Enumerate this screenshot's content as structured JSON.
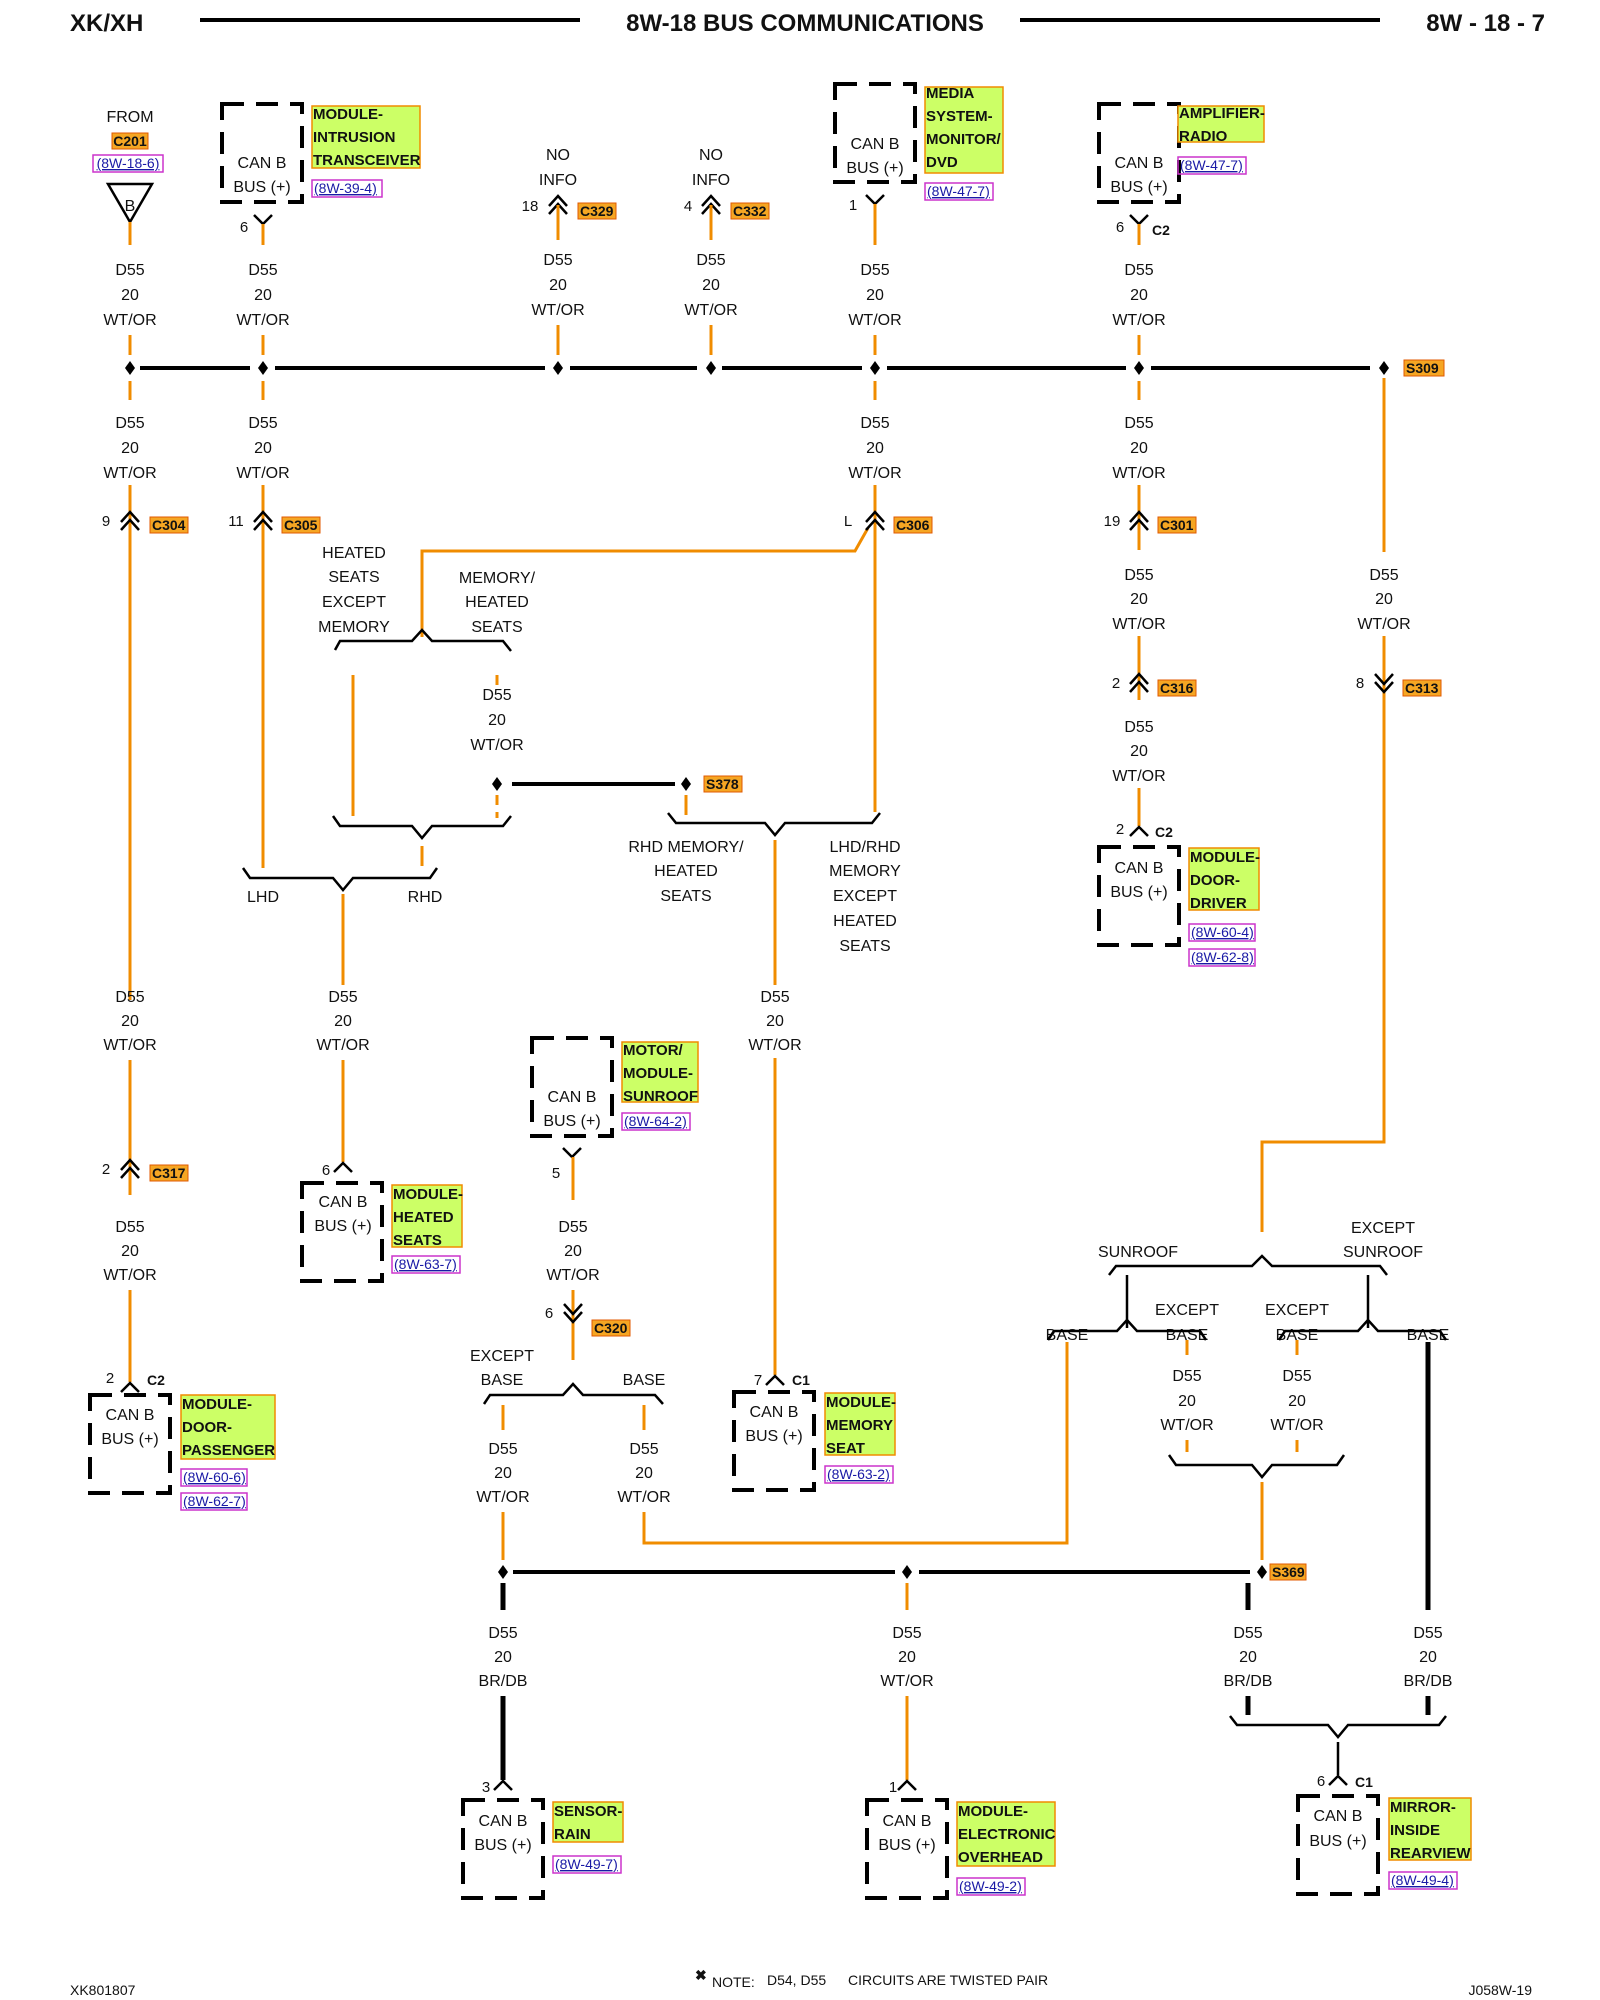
{
  "header": {
    "left": "XK/XH",
    "title": "8W-18 BUS COMMUNICATIONS",
    "page": "8W - 18 - 7"
  },
  "footer": {
    "left_code": "XK801807",
    "note_symbol": "✖",
    "note_label": "NOTE:",
    "note_circuits": "D54, D55",
    "note_text": "CIRCUITS ARE TWISTED PAIR",
    "right_code": "J058W-19"
  },
  "colors": {
    "wire_wt_or": "#f08c00",
    "wire_br_db": "#000000",
    "module_label_bg": "#ccff66",
    "connector_label_bg": "#f5a623",
    "ref_border": "#cc33cc",
    "ref_text": "#1a1aa6"
  },
  "wire": {
    "circuit": "D55",
    "gauge": "20",
    "color_wt_or": "WT/OR",
    "color_br_db": "BR/DB"
  },
  "can_box": {
    "line1": "CAN B",
    "line2": "BUS (+)"
  },
  "source": {
    "from": "FROM",
    "connector": "C201",
    "ref": "(8W-18-6)",
    "symbol": "B"
  },
  "no_info": {
    "line1": "NO",
    "line2": "INFO"
  },
  "modules": [
    {
      "id": "intrusion",
      "name": [
        "MODULE-",
        "INTRUSION",
        "TRANSCEIVER"
      ],
      "refs": [
        "(8W-39-4)"
      ],
      "pin": "6",
      "connector": ""
    },
    {
      "id": "media",
      "name": [
        "MEDIA",
        "SYSTEM-",
        "MONITOR/",
        "DVD"
      ],
      "refs": [
        "(8W-47-7)"
      ],
      "pin": "1",
      "connector": ""
    },
    {
      "id": "amplifier",
      "name": [
        "AMPLIFIER-",
        "RADIO"
      ],
      "refs": [
        "(8W-47-7)"
      ],
      "pin": "6",
      "connector": "C2"
    },
    {
      "id": "door-driver",
      "name": [
        "MODULE-",
        "DOOR-",
        "DRIVER"
      ],
      "refs": [
        "(8W-60-4)",
        "(8W-62-8)"
      ],
      "pin": "2",
      "connector": "C2"
    },
    {
      "id": "door-passenger",
      "name": [
        "MODULE-",
        "DOOR-",
        "PASSENGER"
      ],
      "refs": [
        "(8W-60-6)",
        "(8W-62-7)"
      ],
      "pin": "2",
      "connector": "C2"
    },
    {
      "id": "heated-seats",
      "name": [
        "MODULE-",
        "HEATED",
        "SEATS"
      ],
      "refs": [
        "(8W-63-7)"
      ],
      "pin": "6",
      "connector": ""
    },
    {
      "id": "sunroof",
      "name": [
        "MOTOR/",
        "MODULE-",
        "SUNROOF"
      ],
      "refs": [
        "(8W-64-2)"
      ],
      "pin": "5",
      "connector": ""
    },
    {
      "id": "memory-seat",
      "name": [
        "MODULE-",
        "MEMORY",
        "SEAT"
      ],
      "refs": [
        "(8W-63-2)"
      ],
      "pin": "7",
      "connector": "C1"
    },
    {
      "id": "rain-sensor",
      "name": [
        "SENSOR-",
        "RAIN"
      ],
      "refs": [
        "(8W-49-7)"
      ],
      "pin": "3",
      "connector": ""
    },
    {
      "id": "overhead",
      "name": [
        "MODULE-",
        "ELECTRONIC",
        "OVERHEAD"
      ],
      "refs": [
        "(8W-49-2)"
      ],
      "pin": "1",
      "connector": ""
    },
    {
      "id": "mirror",
      "name": [
        "MIRROR-",
        "INSIDE",
        "REARVIEW"
      ],
      "refs": [
        "(8W-49-4)"
      ],
      "pin": "6",
      "connector": "C1"
    }
  ],
  "connectors": [
    {
      "id": "C329",
      "pin": "18"
    },
    {
      "id": "C332",
      "pin": "4"
    },
    {
      "id": "C304",
      "pin": "9"
    },
    {
      "id": "C305",
      "pin": "11"
    },
    {
      "id": "C306",
      "pin": "L"
    },
    {
      "id": "C301",
      "pin": "19"
    },
    {
      "id": "C316",
      "pin": "2"
    },
    {
      "id": "C313",
      "pin": "8"
    },
    {
      "id": "C317",
      "pin": "2"
    },
    {
      "id": "C320",
      "pin": "6"
    }
  ],
  "splices": [
    "S309",
    "S378",
    "S369"
  ],
  "options": {
    "heated_except_memory": [
      "HEATED",
      "SEATS",
      "EXCEPT",
      "MEMORY"
    ],
    "memory_heated": [
      "MEMORY/",
      "HEATED",
      "SEATS"
    ],
    "lhd": "LHD",
    "rhd": "RHD",
    "rhd_memory_heated": [
      "RHD MEMORY/",
      "HEATED",
      "SEATS"
    ],
    "lhd_rhd_memory_except": [
      "LHD/RHD",
      "MEMORY",
      "EXCEPT",
      "HEATED",
      "SEATS"
    ],
    "except": "EXCEPT",
    "base": "BASE",
    "sunroof": "SUNROOF"
  }
}
